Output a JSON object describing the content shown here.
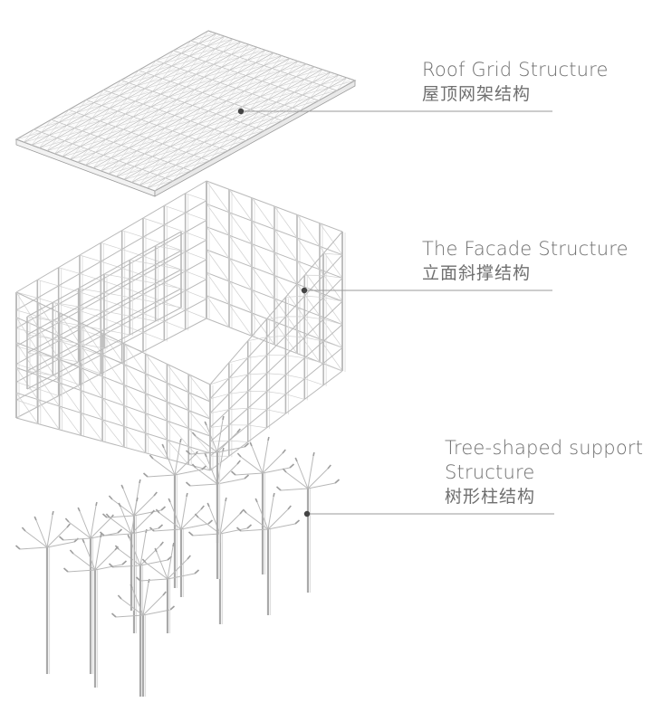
{
  "layers": [
    {
      "id": "roof",
      "label_en": "Roof Grid Structure",
      "label_zh": "屋顶网架结构"
    },
    {
      "id": "facade",
      "label_en": "The Facade Structure",
      "label_zh": "立面斜撑结构"
    },
    {
      "id": "support",
      "label_en_line1": "Tree-shaped support",
      "label_en_line2": "Structure",
      "label_zh": "树形柱结构"
    }
  ],
  "colors": {
    "text": "#6f6f6f",
    "line": "#9a9a9a",
    "dot": "#444444",
    "structure": "#b8b8b8"
  }
}
